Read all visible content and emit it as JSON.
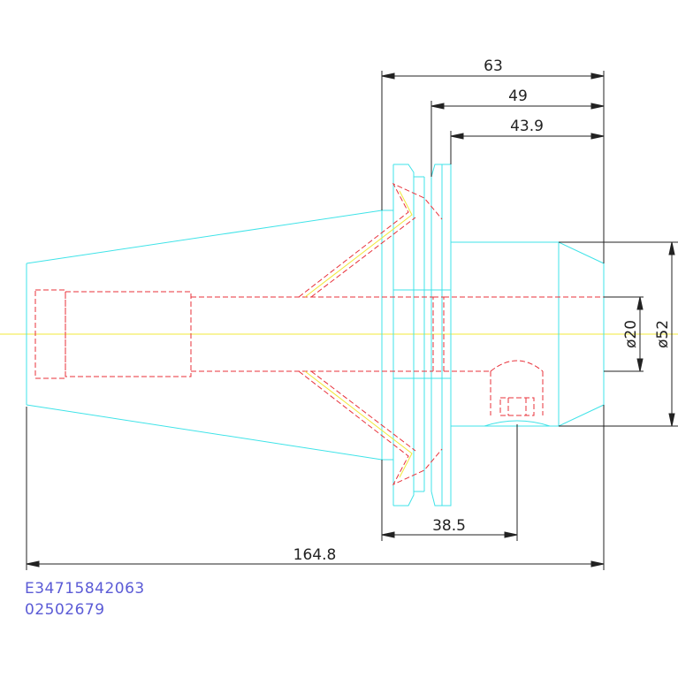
{
  "colors": {
    "outline": "#3fe3e8",
    "hidden": "#e8313a",
    "center": "#f1e83a",
    "dimension": "#222222",
    "codes": "#5b5bd6"
  },
  "dimensions": {
    "d63": "63",
    "d49": "49",
    "d43_9": "43.9",
    "d38_5": "38.5",
    "d164_8": "164.8",
    "dia20": "ø20",
    "dia52": "ø52"
  },
  "codes": {
    "line1": "E34715842063",
    "line2": "02502679"
  }
}
